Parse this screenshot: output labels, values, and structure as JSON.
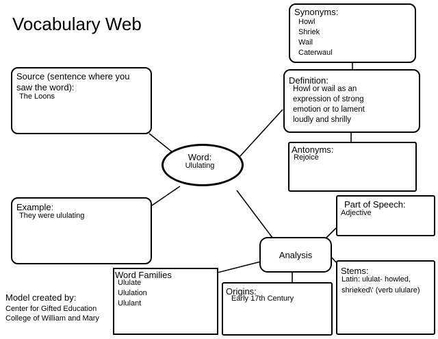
{
  "title": "Vocabulary Web",
  "credit": {
    "heading": "Model created by:",
    "lines": [
      "Center for Gifted Education",
      "College of William and Mary"
    ]
  },
  "nodes": {
    "synonyms": {
      "heading": "Synonyms:",
      "entries": [
        "Howl",
        "Shriek",
        "Wail",
        "Caterwaul"
      ]
    },
    "source": {
      "heading": "Source (sentence where you saw the word):",
      "entries": [
        "The Loons"
      ]
    },
    "definition": {
      "heading": "Definition:",
      "entries": [
        "Howl or wail as an",
        "expression of strong",
        "emotion or to lament",
        "loudly and shrilly"
      ]
    },
    "word": {
      "heading": "Word:",
      "entries": [
        "Ululating"
      ]
    },
    "antonyms": {
      "heading": "Antonyms:",
      "entries": [
        "Rejoice"
      ]
    },
    "example": {
      "heading": "Example:",
      "entries": [
        "They were ululating"
      ]
    },
    "part_of_speech": {
      "heading": "Part of Speech:",
      "entries": [
        "Adjective"
      ]
    },
    "analysis": {
      "heading": "Analysis"
    },
    "word_families": {
      "heading": "Word Families",
      "entries": [
        "Ululate",
        "Ululation",
        "Ululant"
      ]
    },
    "stems": {
      "heading": "Stems:",
      "entries": [
        "Latin: ululat- \u0007howled,",
        "shrieked\\' (verb ululare)"
      ]
    },
    "origins": {
      "heading": "Origins:",
      "entries": [
        "Early 17th Century"
      ]
    }
  }
}
